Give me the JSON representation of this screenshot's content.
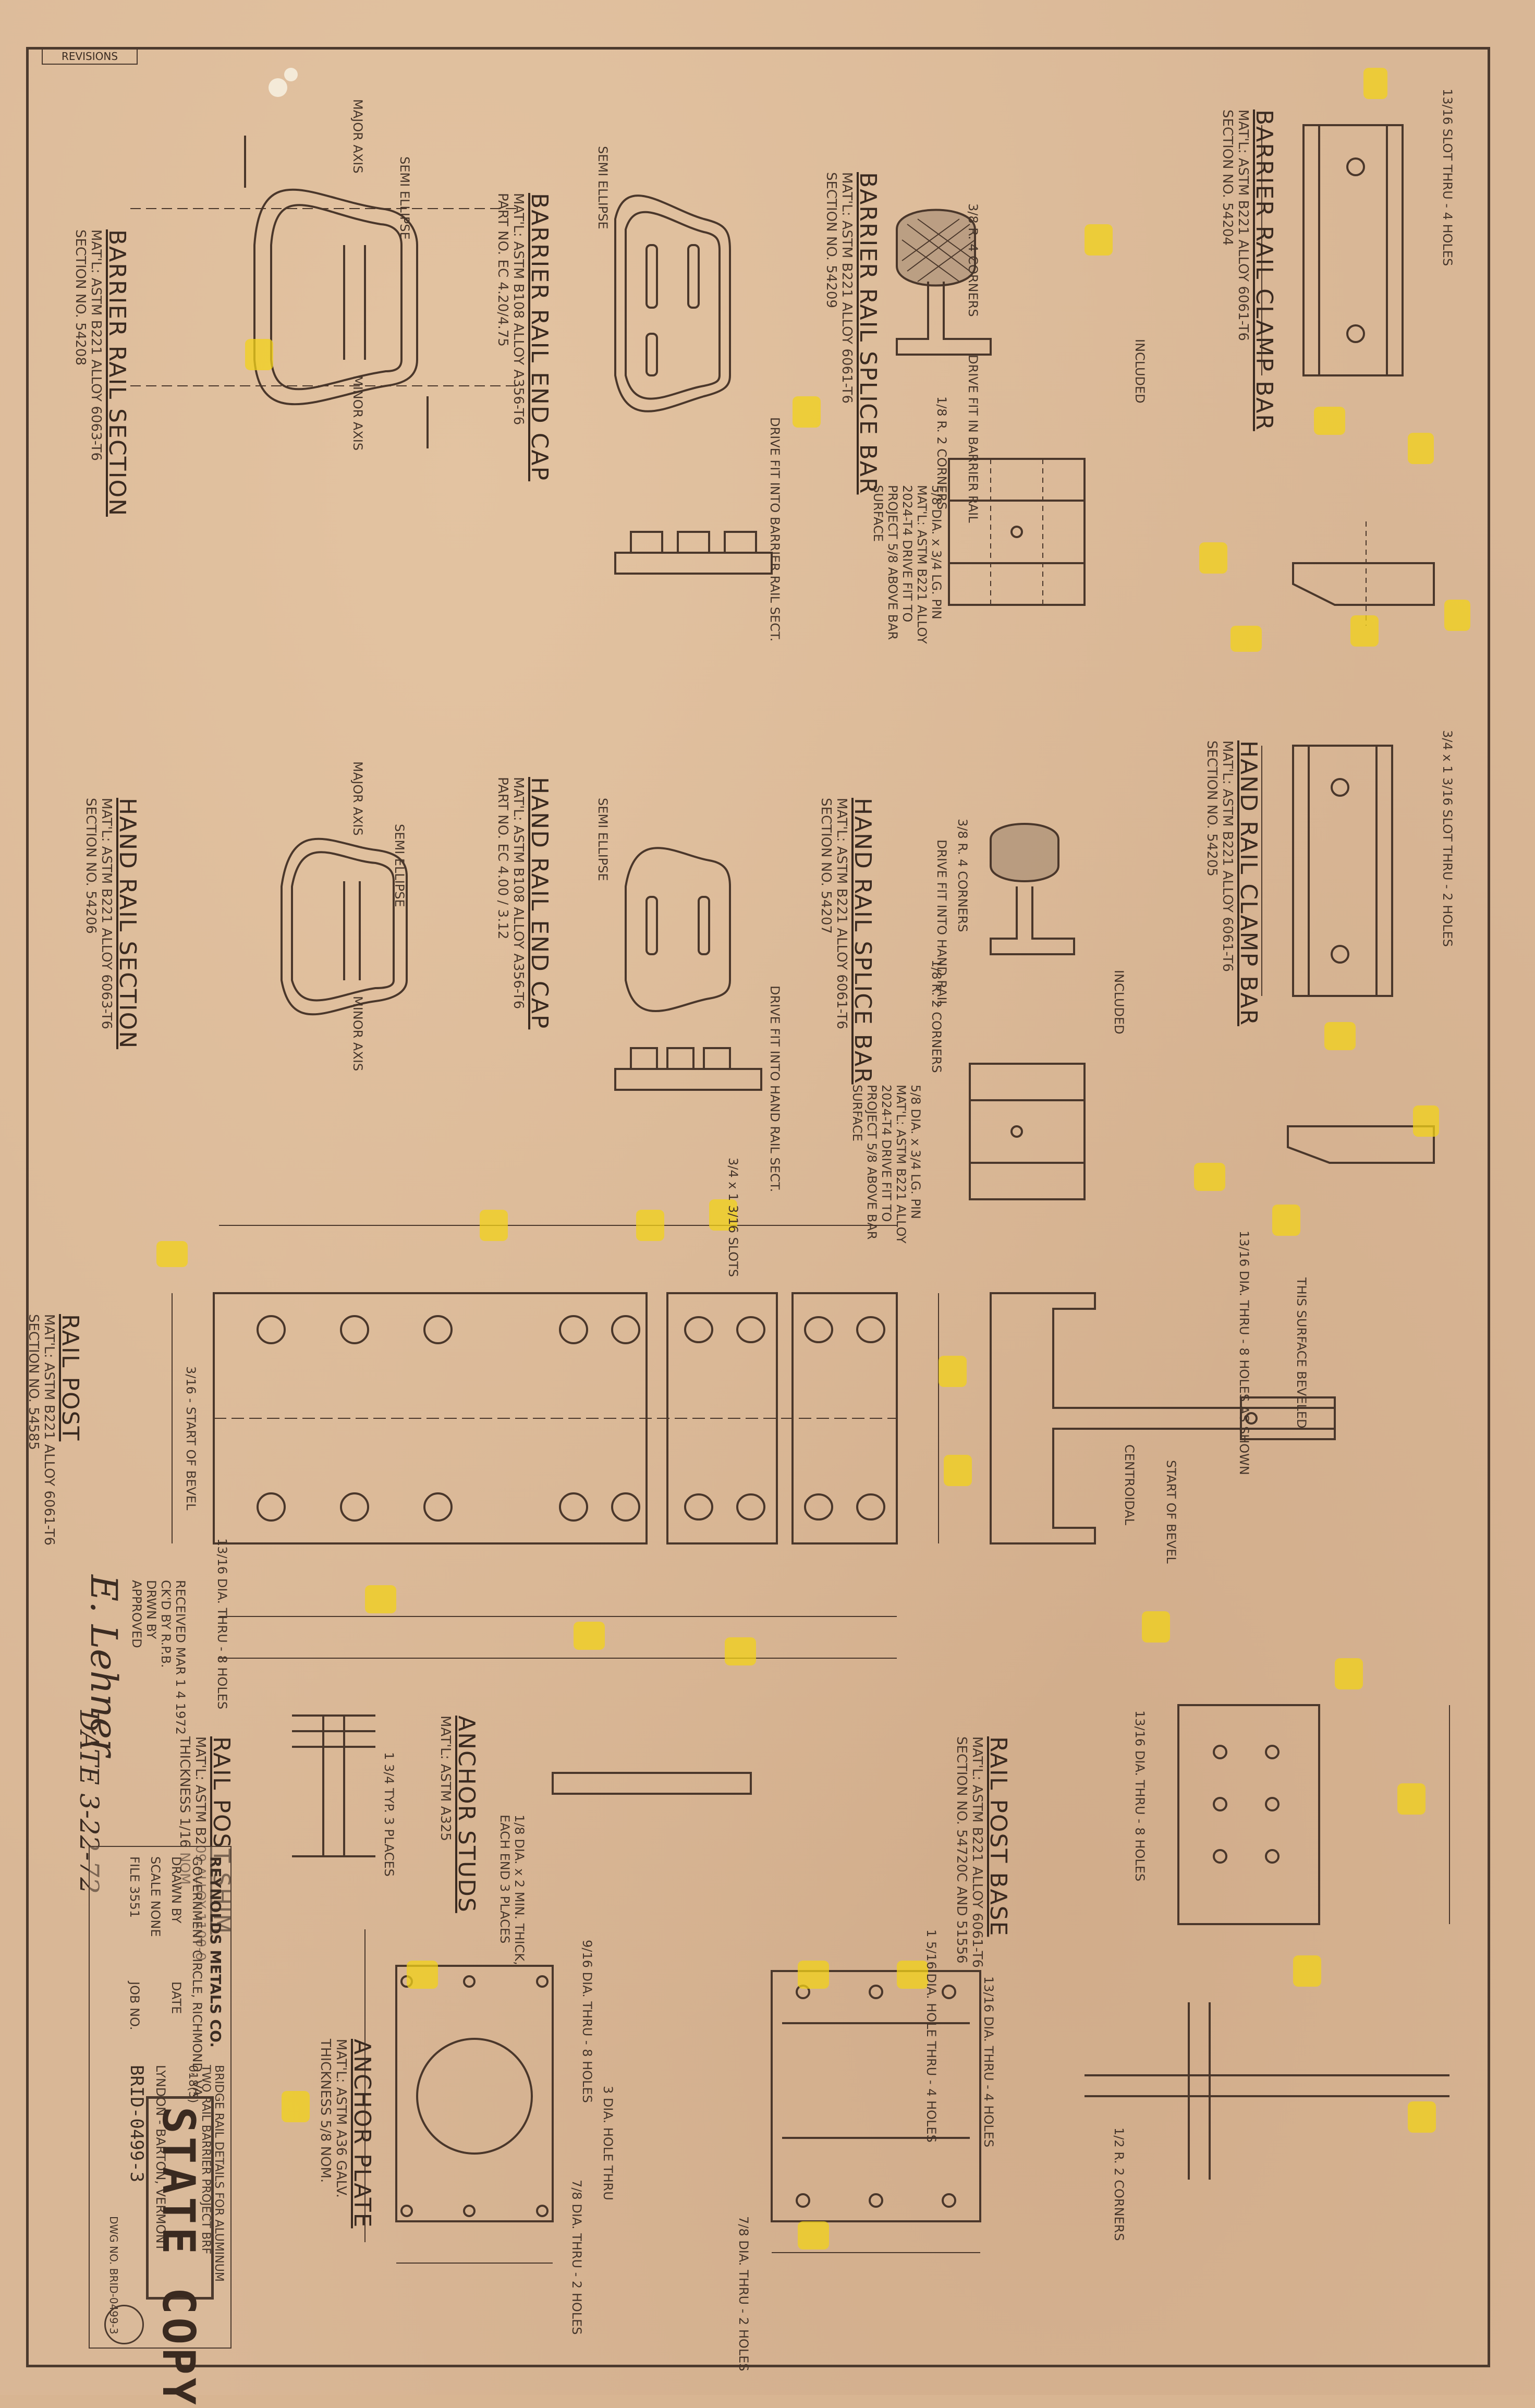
{
  "revisions_label": "REVISIONS",
  "barrier_rail_section": {
    "title": "BARRIER RAIL SECTION",
    "matl": "MAT'L: ASTM B221 ALLOY 6063-T6",
    "section_no": "SECTION NO. 54208",
    "notes": [
      "MAJOR AXIS",
      "SEMI ELLIPSE",
      "MINOR AXIS"
    ]
  },
  "barrier_rail_end_cap": {
    "title": "BARRIER RAIL END CAP",
    "matl": "MAT'L: ASTM B108 ALLOY A356-T6",
    "part_no": "PART NO. EC 4.20/4.75",
    "notes": [
      "SEMI ELLIPSE",
      "DRIVE FIT INTO BARRIER RAIL SECT."
    ]
  },
  "barrier_rail_splice_bar": {
    "title": "BARRIER RAIL SPLICE BAR",
    "matl": "MAT'L: ASTM B221 ALLOY 6061-T6",
    "section_no": "SECTION NO. 54209",
    "notes": [
      "3/8 R. 4 CORNERS",
      "DRIVE FIT IN BARRIER RAIL",
      "1/8 R. 2 CORNERS",
      "5/8 DIA. x 3/4 LG. PIN MAT'L: ASTM B221 ALLOY 2024-T4 DRIVE FIT TO PROJECT 5/8 ABOVE BAR SURFACE"
    ]
  },
  "barrier_rail_clamp_bar": {
    "title": "BARRIER RAIL CLAMP BAR",
    "matl": "MAT'L: ASTM B221 ALLOY 6061-T6",
    "section_no": "SECTION NO. 54204",
    "notes": [
      "13/16 SLOT THRU - 4 HOLES",
      "INCLUDED"
    ]
  },
  "hand_rail_section": {
    "title": "HAND RAIL SECTION",
    "matl": "MAT'L: ASTM B221 ALLOY 6063-T6",
    "section_no": "SECTION NO. 54206",
    "notes": [
      "MAJOR AXIS",
      "SEMI ELLIPSE",
      "MINOR AXIS"
    ]
  },
  "hand_rail_end_cap": {
    "title": "HAND RAIL END CAP",
    "matl": "MAT'L: ASTM B108 ALLOY A356-T6",
    "part_no": "PART NO. EC 4.00 / 3.12",
    "notes": [
      "SEMI ELLIPSE",
      "DRIVE FIT INTO HAND RAIL SECT."
    ]
  },
  "hand_rail_splice_bar": {
    "title": "HAND RAIL SPLICE BAR",
    "matl": "MAT'L: ASTM B221 ALLOY 6061-T6",
    "section_no": "SECTION NO. 54207",
    "notes": [
      "3/8 R. 4 CORNERS",
      "DRIVE FIT INTO HAND RAIL",
      "1/8 R. 2 CORNERS",
      "5/8 DIA. x 3/4 LG. PIN MAT'L: ASTM B221 ALLOY 2024-T4 DRIVE FIT TO PROJECT 5/8 ABOVE BAR SURFACE",
      "INCLUDED"
    ]
  },
  "hand_rail_clamp_bar": {
    "title": "HAND RAIL CLAMP BAR",
    "matl": "MAT'L: ASTM B221 ALLOY 6061-T6",
    "section_no": "SECTION NO. 54205",
    "notes": [
      "3/4 x 1 3/16 SLOT THRU - 2 HOLES"
    ]
  },
  "rail_post": {
    "title": "RAIL POST",
    "matl": "MAT'L: ASTM B221 ALLOY 6061-T6",
    "section_no": "SECTION NO. 54585",
    "notes": [
      "3/16 - START OF BEVEL",
      "3/4 x 1 3/16 SLOTS",
      "13/16 DIA. THRU - 8 HOLES",
      "THIS SURFACE BEVELED",
      "13/16 DIA. THRU - 8 HOLES AS SHOWN",
      "CENTROIDAL",
      "START OF BEVEL"
    ]
  },
  "rail_post_base": {
    "title": "RAIL POST BASE",
    "matl": "MAT'L: ASTM B221 ALLOY 6061-T6",
    "section_no": "SECTION NO. 54720C AND 51556",
    "notes": [
      "13/16 DIA. THRU - 8 HOLES",
      "1 5/16 DIA. HOLE THRU - 4 HOLES",
      "13/16 DIA. THRU - 4 HOLES",
      "1/2 R. 2 CORNERS",
      "7/8 DIA. THRU - 2 HOLES"
    ]
  },
  "anchor_studs": {
    "title": "ANCHOR STUDS",
    "matl": "MAT'L: ASTM A325",
    "notes": [
      "1 3/4 TYP. 3 PLACES",
      "1/8 DIA. x 2 MIN. THICK, EACH END 3 PLACES"
    ]
  },
  "rail_post_shim": {
    "title": "RAIL POST SHIM",
    "matl": "MAT'L: ASTM B209 ALLOY 1100-0",
    "thickness": "THICKNESS 1/16 NOM."
  },
  "anchor_plate": {
    "title": "ANCHOR PLATE",
    "matl": "MAT'L: ASTM A36 GALV.",
    "thickness": "THICKNESS 5/8 NOM.",
    "notes": [
      "9/16 DIA. THRU - 8 HOLES",
      "3 DIA. HOLE THRU",
      "7/8 DIA. THRU - 2 HOLES"
    ]
  },
  "signoff": {
    "received": "RECEIVED MAR 1 4 1972",
    "chkd_by": "CK'D BY R.P.B.",
    "drwn_by": "DRWN BY",
    "approved": "APPROVED",
    "signature": "E. Lehner",
    "date": "DATE 3-22-72"
  },
  "title_block": {
    "company": "REYNOLDS METALS CO.",
    "location": "GOVERNMENT CIRCLE, RICHMOND, VA.",
    "drawn_by_label": "DRAWN BY",
    "date_label": "DATE",
    "scale": "SCALE NONE",
    "file_no": "FILE 3551",
    "job_no": "JOB NO.",
    "description": "BRIDGE RAIL DETAILS FOR ALUMINUM TWO RAIL BARRIER PROJECT BRF 018(5)",
    "location2": "LYNDON - BARTON, VERMONT",
    "drawing_no": "BRID-0499-3",
    "drawing_ref": "DWG NO. BRID-0499-3"
  },
  "stamp": "STATE COPY"
}
